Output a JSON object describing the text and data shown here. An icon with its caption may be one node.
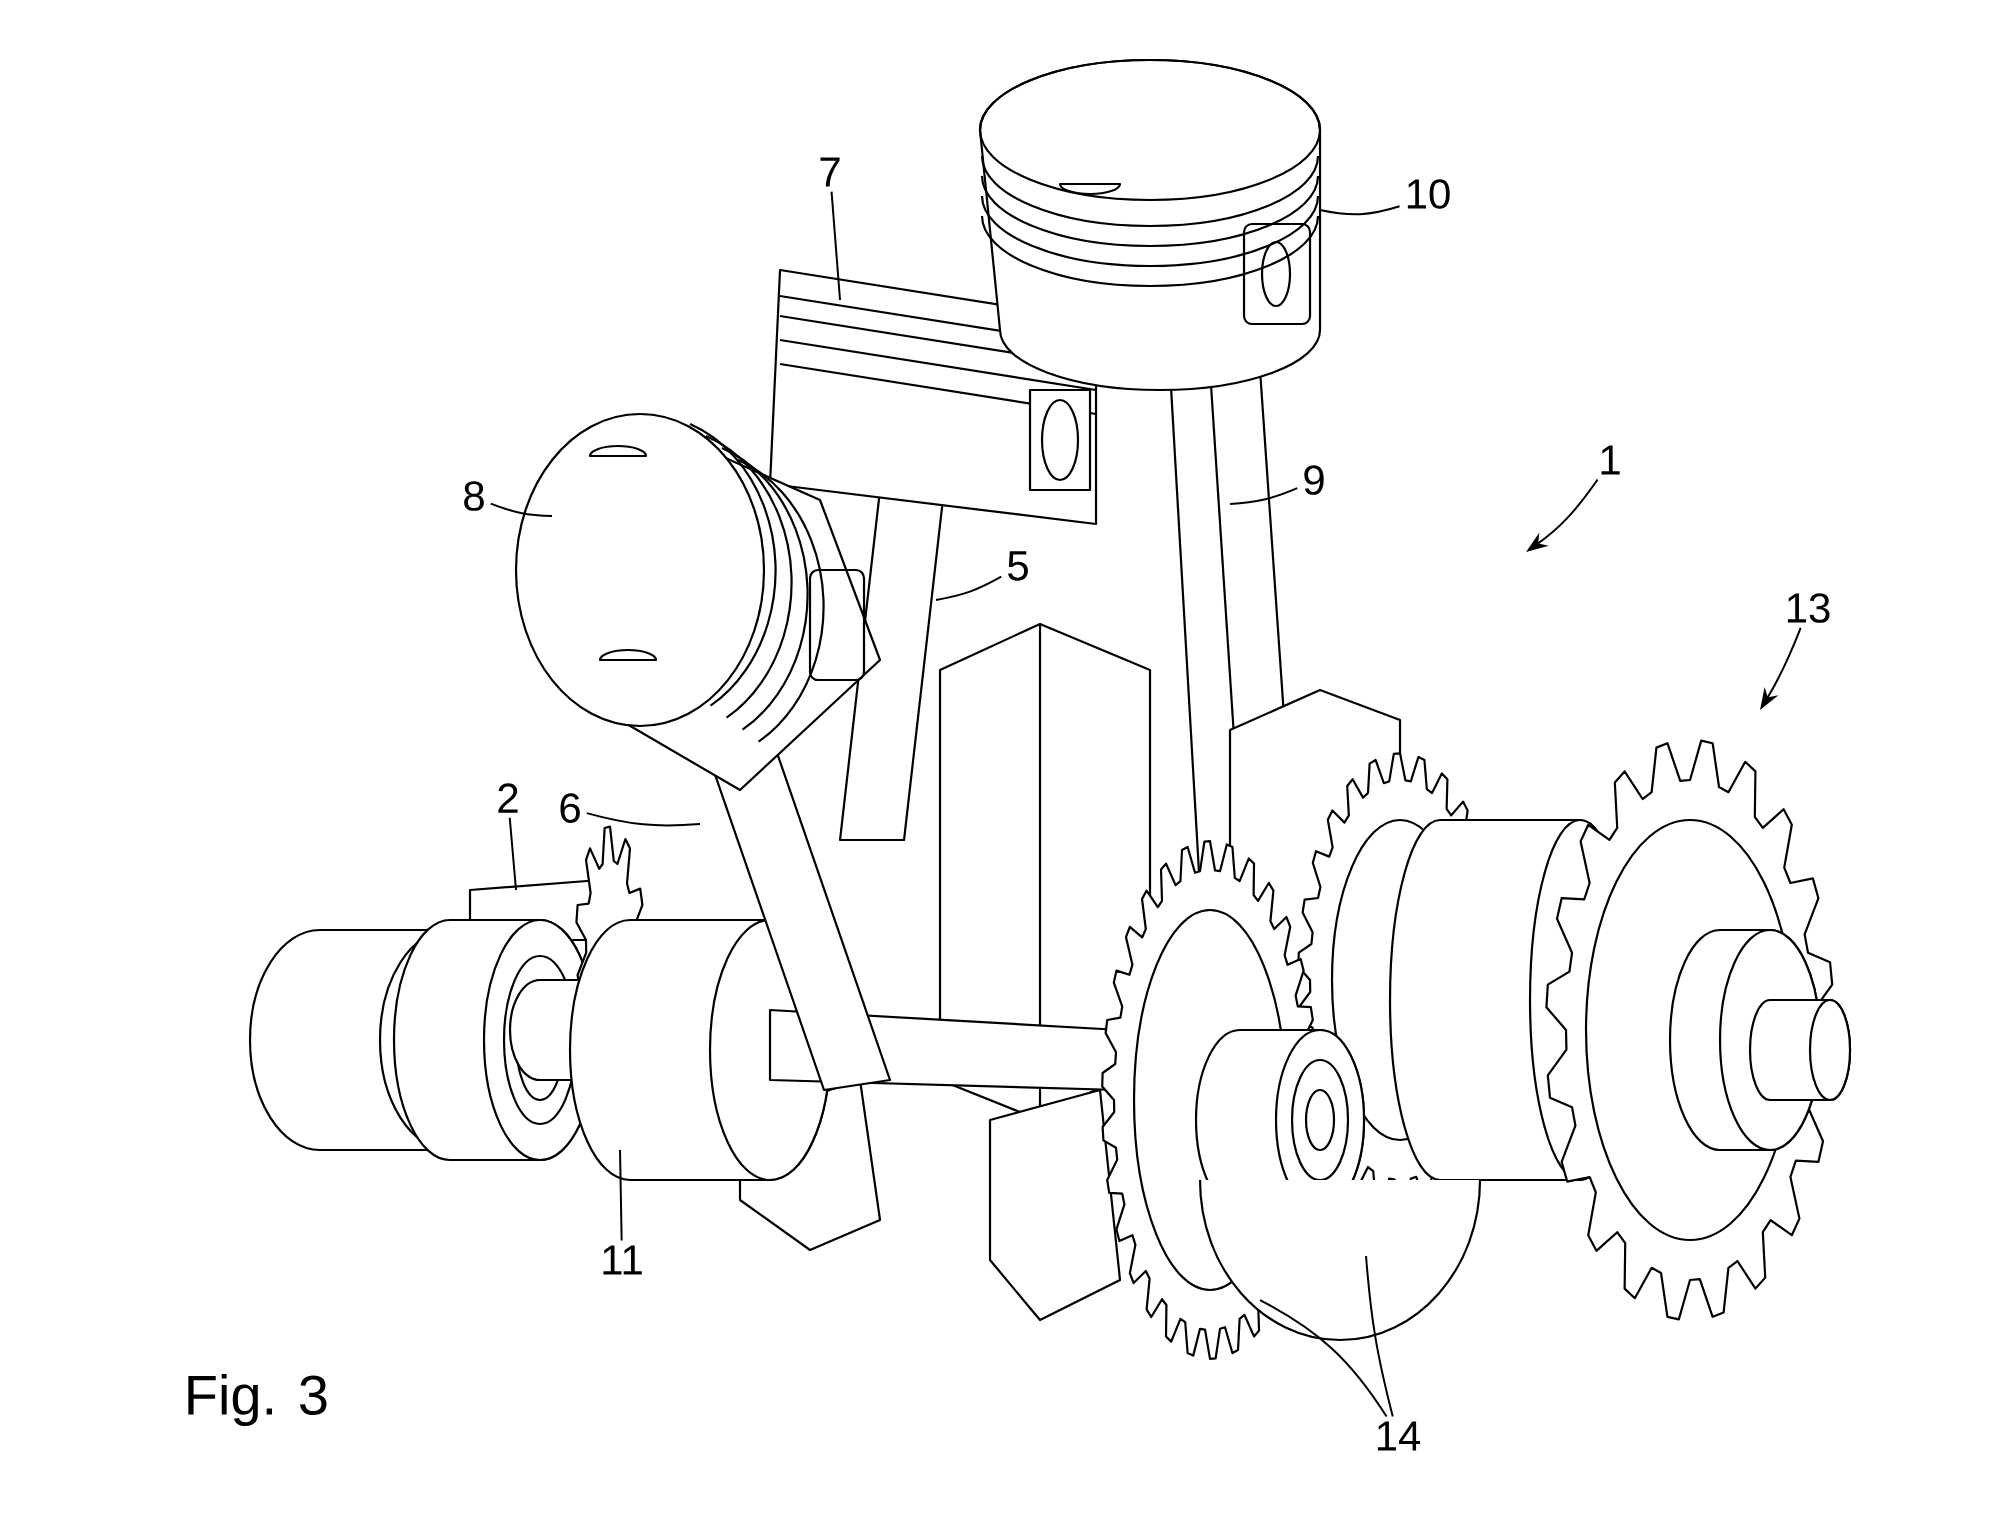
{
  "diagram": {
    "caption": "Fig. 3",
    "nodes": [
      {
        "text": [
          "7"
        ]
      },
      {
        "text": [
          "10"
        ]
      },
      {
        "text": [
          "8"
        ]
      },
      {
        "text": [
          "9"
        ]
      },
      {
        "text": [
          "5"
        ]
      },
      {
        "text": [
          "1"
        ]
      },
      {
        "text": [
          "13"
        ]
      },
      {
        "text": [
          "2"
        ]
      },
      {
        "text": [
          "6"
        ]
      },
      {
        "text": [
          "11"
        ]
      },
      {
        "text": [
          "14"
        ]
      }
    ],
    "edges": [
      {
        "from": 0,
        "to": null,
        "arrow": "none"
      },
      {
        "from": 1,
        "to": null,
        "arrow": "none"
      },
      {
        "from": 2,
        "to": null,
        "arrow": "none"
      },
      {
        "from": 3,
        "to": null,
        "arrow": "none"
      },
      {
        "from": 4,
        "to": null,
        "arrow": "none"
      },
      {
        "from": 5,
        "to": null,
        "arrow": "to"
      },
      {
        "from": 6,
        "to": null,
        "arrow": "to"
      },
      {
        "from": 7,
        "to": null,
        "arrow": "none"
      },
      {
        "from": 8,
        "to": null,
        "arrow": "none"
      },
      {
        "from": 9,
        "to": null,
        "arrow": "none"
      },
      {
        "from": 10,
        "to": null,
        "arrow": "none"
      },
      {
        "from": 10,
        "to": null,
        "arrow": "none"
      }
    ]
  }
}
